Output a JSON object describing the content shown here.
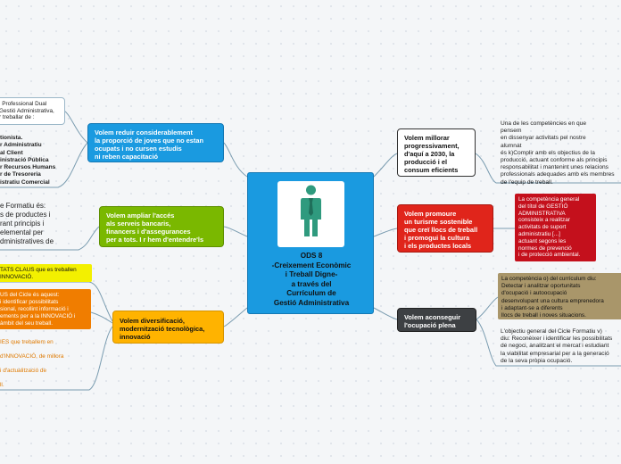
{
  "center": {
    "icon": "businessman-icon",
    "title": "ODS 8\n-Creixement Econòmic\ni Treball Digne-\na través del\nCurrículum de\nGestió Administrativa"
  },
  "branches": {
    "reduce": "Volem reduir considerablement\nla proporció de joves que no estan\nocupats i  no cursen estudis\nni reben capacitació",
    "access": "Volem ampliar l'accés\nals serveis bancaris,\n financers i d'assegurances\nper a tots. I r hem d'entendre'ls",
    "diversify": "Volem diversificació,\nmodernització tecnològica,\ninnovació",
    "productivity": "Volem millorar\nprogressivament,\nd'aquí a 2030, la\n producció i el\nconsum eficients",
    "tourism": "Volem promoure\nun turisme sostenible\nque creï llocs de treball\n i promogui la cultura\ni els productes locals",
    "employment": "Volem aconseguir\nl'ocupació plena"
  },
  "left_notes": {
    "profiles_box": "l Professional Dual\nGestió Administrativa,\nr treballar de :",
    "profiles_list": "tionista.\nr Administratiu\nal Client\ninistració Pública\nr Recursos Humans\nr de Tresoreria\nistratiu Comercial",
    "formative_objective": "e Formatiu és:\ns de productes i\nrant principis i\nelemental per\ndministratives de",
    "key_abilities": "TATS CLAUS que es treballen\nINNOVACIÓ.",
    "cycle_abilities": "US del Cicle és aquest:\n i identificar possibilitats\nsional, recollint informació i\nements per a la INNOVACIÓ i\nàmbit del seu treball.",
    "activities": "IES que treballem en\n\nd'INNOVACIÓ, de millora\n\n i d'actualització de\n\nll."
  },
  "right_notes": {
    "competence_text": "Una de les competències en que\npensem\nen dissenyar activitats pel nostre\nalumnat\nés k)Complir amb els objectius de la\nproducció, actuant conforme als principis\nresponsabilitat i mantenint unes relacions\nprofessionals adequades amb els membres\nde l'equip de treball.",
    "competence_card": "La competència general\n del títol de GESTIÓ\nADMINISTRATIVA\nconsisteix a realitzar\nactivitats de suport\nadministratiu [...]\n actuant segons les\n normes de prevenció\n i de protecció ambiental.",
    "curriculum_card": "La competència o) del currículum diu:\nDetectar i analitzar oportunitats\nd'ocupació i autoocupació\n desenvolupant una cultura emprenedora\n i adaptant-se a diferents\nllocs de treball i noves situacions.",
    "general_objective": "L'objectiu general del Cicle Formatiu v)\ndiu: Reconèixer i identificar les possibilitats\nde negoci, analitzant el mercat i estudiant\nla viabilitat empresarial per a la generació\nde la seva pròpia ocupació."
  },
  "colors": {
    "blue": "#1a9ae0",
    "green": "#7ab800",
    "orange": "#ffb300",
    "black": "#ffffff",
    "red": "#e0251b",
    "dark": "#3d4043",
    "yellow_card": "#f3f000",
    "orange_card": "#f07d00",
    "red_card": "#c4101c",
    "tan_card": "#a9966a",
    "line": "#7a9cb0"
  }
}
